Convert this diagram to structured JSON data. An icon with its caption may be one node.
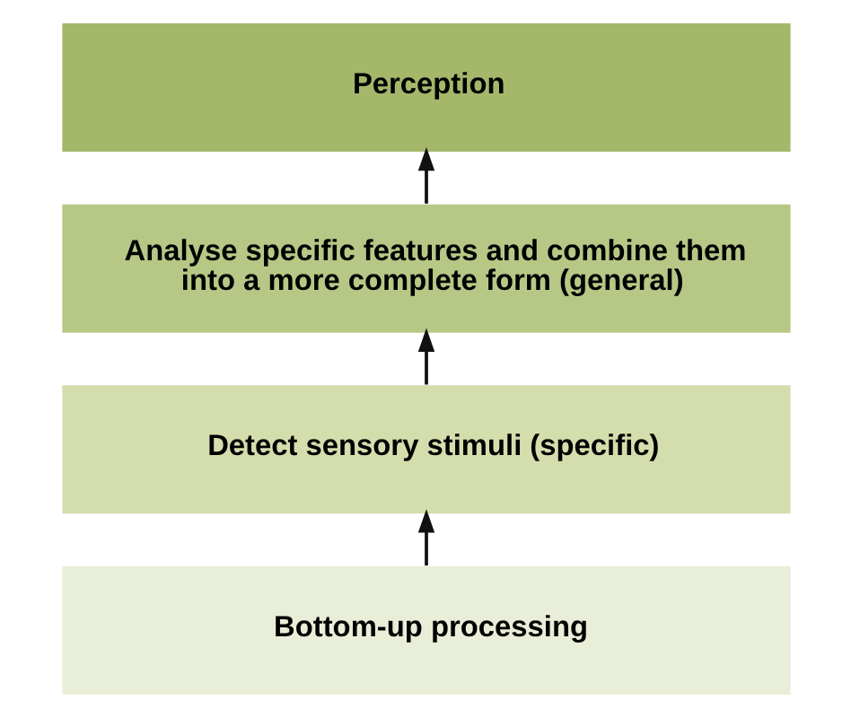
{
  "diagram": {
    "nodes": [
      {
        "text": [
          "Perception"
        ]
      },
      {
        "text": [
          "Analyse specific features and combine them into a more complete form (general)"
        ]
      },
      {
        "text": [
          "Detect sensory stimuli (specific)"
        ]
      },
      {
        "text": [
          "Bottom-up processing"
        ]
      }
    ],
    "edges": [
      {
        "from": 3,
        "to": 2,
        "arrow": "to"
      },
      {
        "from": 2,
        "to": 1,
        "arrow": "to"
      },
      {
        "from": 1,
        "to": 0,
        "arrow": "to"
      }
    ]
  }
}
